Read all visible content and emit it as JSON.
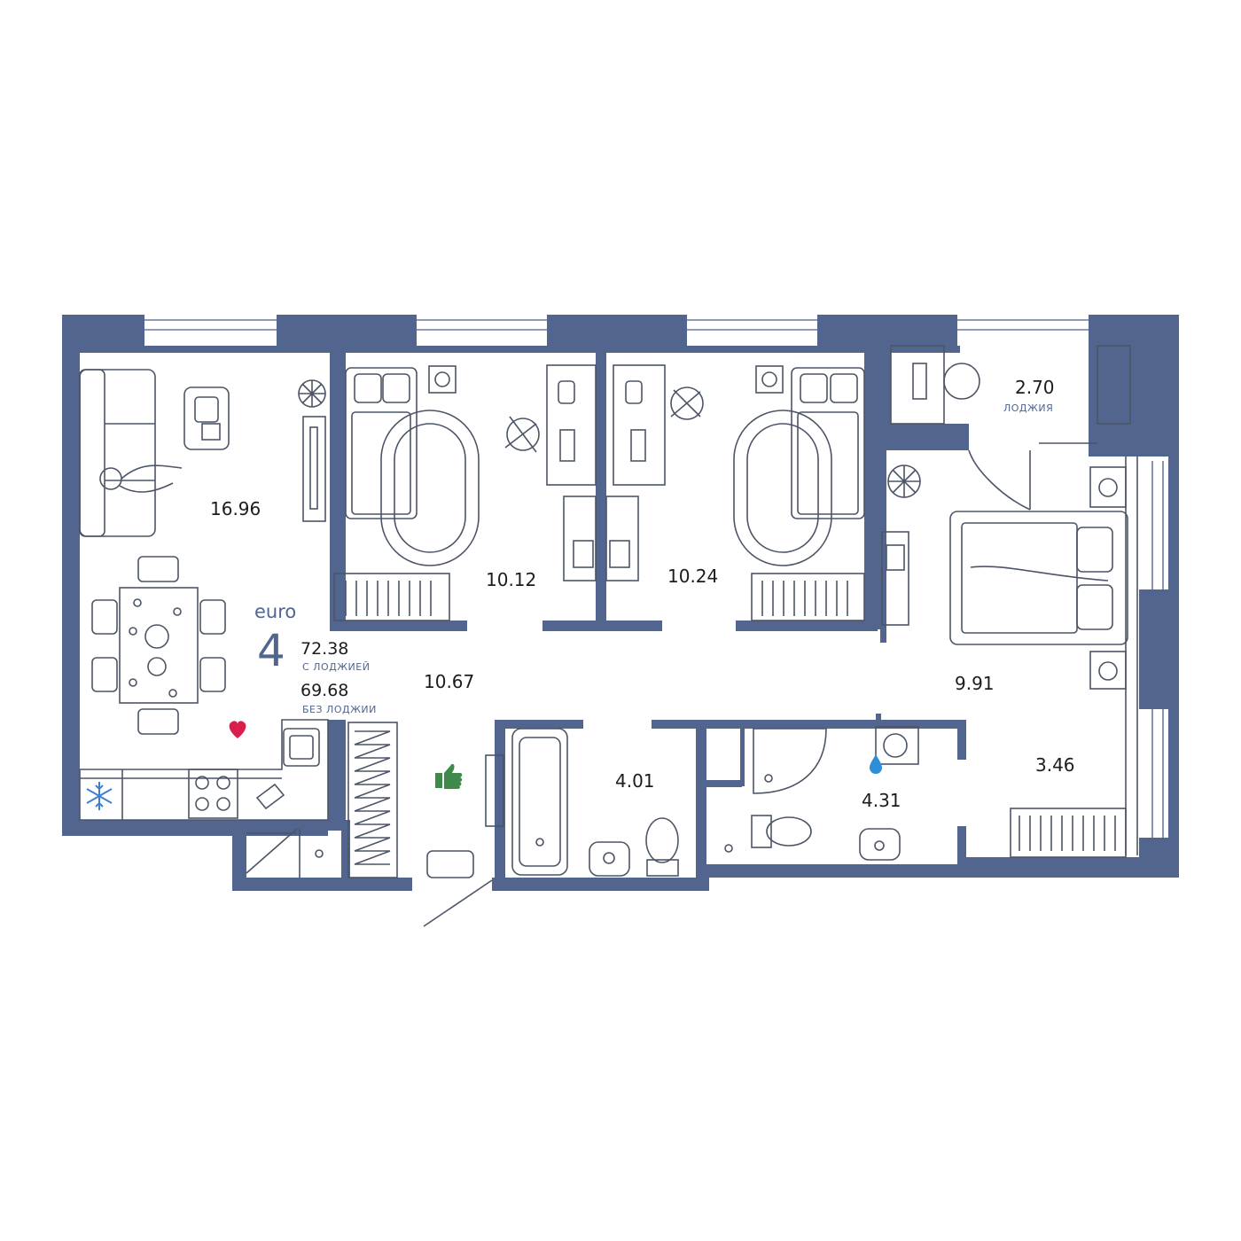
{
  "apartment": {
    "type_label": "euro",
    "rooms": "4",
    "area_with_loggia": "72.38",
    "with_loggia_label": "С ЛОДЖИЕЙ",
    "area_without_loggia": "69.68",
    "without_loggia_label": "БЕЗ ЛОДЖИИ"
  },
  "rooms": {
    "living_kitchen": "16.96",
    "bedroom_1": "10.12",
    "bedroom_2": "10.24",
    "loggia": "2.70",
    "loggia_label": "ЛОДЖИЯ",
    "hallway": "10.67",
    "master_bedroom": "9.91",
    "bathroom": "4.01",
    "wc_laundry": "4.31",
    "wardrobe": "3.46"
  },
  "colors": {
    "wall": "#51658f",
    "heart": "#d81e4a",
    "thumb": "#3f8a4a",
    "drop": "#2f8fd6",
    "snow": "#3f7fd1"
  },
  "icons": {
    "heart": "heart-icon",
    "thumb": "thumbs-up-icon",
    "drop": "water-drop-icon",
    "snow": "snowflake-icon"
  }
}
